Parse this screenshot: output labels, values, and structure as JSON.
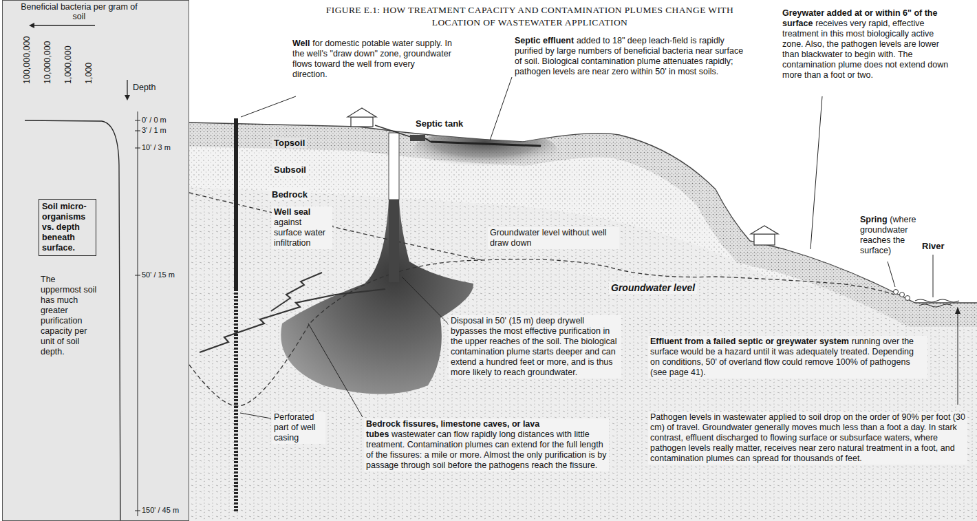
{
  "diagram": {
    "title": "FIGURE E.1: HOW TREATMENT CAPACITY AND CONTAMINATION PLUMES CHANGE WITH LOCATION OF WASTEWATER APPLICATION",
    "nodes": [
      {
        "text": [
          "Beneficial bacteria per gram of soil",
          "The uppermost soil has much greater purification capacity per unit of soil depth."
        ]
      },
      {
        "text": [
          "Soil micro-organisms vs. depth beneath surface."
        ],
        "in": 0
      }
    ],
    "labels": [
      "Well",
      "for domestic potable water supply. In the well's \"draw down\" zone, groundwater flows toward the well from every direction.",
      "Septic tank",
      "Septic effluent",
      "added to 18\" deep leach-field is rapidly purified by large numbers of beneficial bacteria near surface of soil. Biological contamination plume attenuates rapidly; pathogen levels are near zero within 50' in most soils.",
      "Greywater added at or within 6\" of the surface",
      "receives very rapid, effective treatment in this most biologically active zone. Also, the pathogen levels are lower than blackwater to begin with. The contamination plume does not extend down more than a foot or two.",
      "Topsoil",
      "Subsoil",
      "Bedrock",
      "Well seal",
      "against surface water infiltration",
      "Groundwater level without well draw down",
      "Groundwater level",
      "Spring",
      "(where groundwater reaches the surface)",
      "River",
      "Disposal in 50' (15 m) deep drywell bypasses the most effective purification in the upper reaches of the soil. The biological contamination plume starts deeper and can extend a hundred feet or more, and is thus more likely to reach groundwater.",
      "Effluent from a failed septic or greywater system",
      "running over the surface would be a hazard until it was adequately treated. Depending on conditions, 50' of overland flow could remove 100% of pathogens (see page 41).",
      "Pathogen levels in wastewater applied to soil drop on the order of 90% per foot (30 cm) of travel. Groundwater generally moves much less than a foot a day. In stark contrast, effluent discharged to flowing surface or subsurface waters, where pathogen levels really matter, receives near zero natural treatment in a foot, and contamination plumes can spread for thousands of feet.",
      "Bedrock fissures, limestone caves, or lava tubes",
      "wastewater can flow rapidly long distances with little treatment. Contamination plumes can extend for the full length of the fissures: a mile or more. Almost the only purification is by passage through soil before the pathogens reach the fissure.",
      "Perforated part of well casing",
      "Depth",
      "100,000,000",
      "10,000,000",
      "1,000,000",
      "1,000",
      "0' / 0 m",
      "3' / 1 m",
      "10' / 3 m",
      "50' / 15 m",
      "150' / 45 m"
    ]
  }
}
